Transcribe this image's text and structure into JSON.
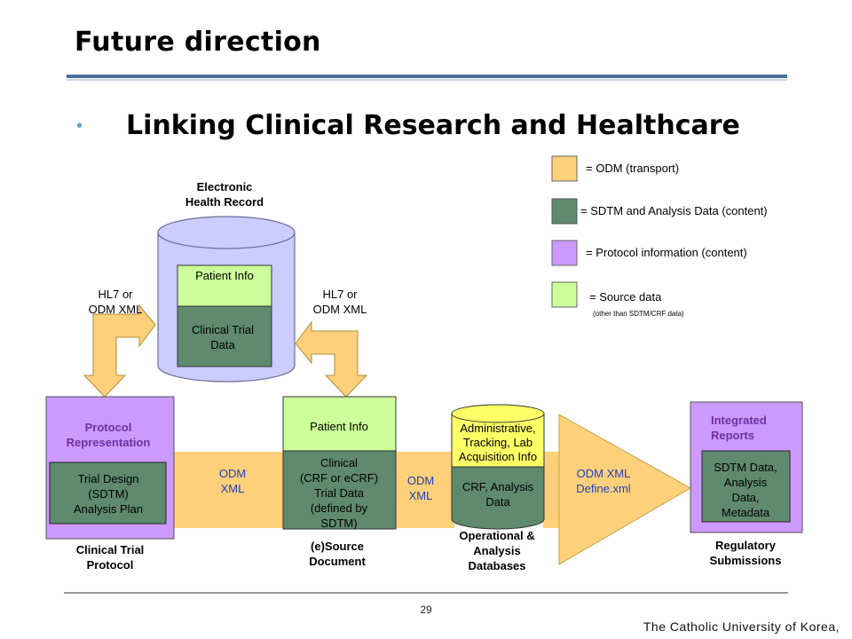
{
  "slide": {
    "title": "Future direction",
    "subtitle": "Linking Clinical Research and Healthcare",
    "bullet": "•",
    "page_number": "29",
    "institution": "The Catholic University of Korea,"
  },
  "legend": {
    "items": [
      {
        "text": "= ODM (transport)",
        "color": "#ffd07a"
      },
      {
        "text": "= SDTM and Analysis Data (content)",
        "color": "#5f8a6e"
      },
      {
        "text": "= Protocol information (content)",
        "color": "#cc99ff"
      },
      {
        "text": "= Source data",
        "color": "#ccff99"
      }
    ],
    "source_note": "(other than SDTM/CRF data)"
  },
  "ehr": {
    "title_line1": "Electronic",
    "title_line2": "Health Record",
    "patient_info": "Patient Info",
    "clinical_line1": "Clinical Trial",
    "clinical_line2": "Data",
    "body_color": "#ccccff"
  },
  "hl7_left": {
    "line1": "HL7 or",
    "line2": "ODM XML"
  },
  "hl7_right": {
    "line1": "HL7 or",
    "line2": "ODM XML"
  },
  "protocol": {
    "title_line1": "Protocol",
    "title_line2": "Representation",
    "inner_line1": "Trial Design",
    "inner_line2": "(SDTM)",
    "inner_line3": "Analysis Plan",
    "caption_line1": "Clinical Trial",
    "caption_line2": "Protocol"
  },
  "flow_labels": {
    "odm1_line1": "ODM",
    "odm1_line2": "XML",
    "odm2_line1": "ODM",
    "odm2_line2": "XML",
    "odm3_line1": "ODM XML",
    "odm3_line2": "Define.xml"
  },
  "source_doc": {
    "patient_info": "Patient Info",
    "line1": "Clinical",
    "line2": "(CRF or eCRF)",
    "line3": "Trial Data",
    "line4": "(defined by",
    "line5": "SDTM)",
    "caption_line1": "(e)Source",
    "caption_line2": "Document"
  },
  "databases": {
    "top_line1": "Administrative,",
    "top_line2": "Tracking, Lab",
    "top_line3": "Acquisition Info",
    "bottom_line1": "CRF, Analysis",
    "bottom_line2": "Data",
    "caption_line1": "Operational &",
    "caption_line2": "Analysis",
    "caption_line3": "Databases",
    "top_color": "#ffff66"
  },
  "reports": {
    "title_line1": "Integrated",
    "title_line2": "Reports",
    "inner_line1": "SDTM Data,",
    "inner_line2": "Analysis",
    "inner_line3": "Data,",
    "inner_line4": "Metadata",
    "caption_line1": "Regulatory",
    "caption_line2": "Submissions"
  },
  "colors": {
    "odm": "#ffd07a",
    "sdtm": "#5f8a6e",
    "protocol": "#cc99ff",
    "source": "#ccff99",
    "heading_text": "#7030a0",
    "odm_label_text": "#1f3fbf"
  }
}
